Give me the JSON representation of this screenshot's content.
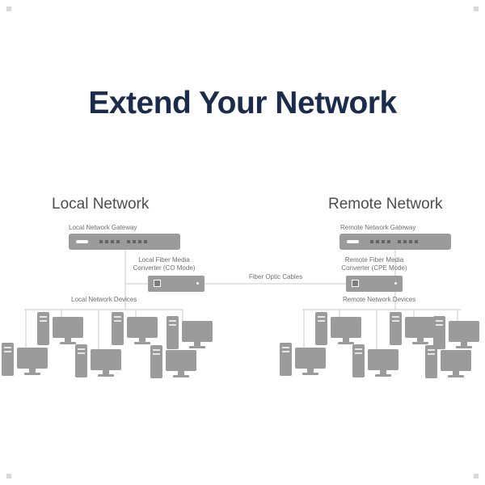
{
  "title": "Extend Your Network",
  "colors": {
    "title": "#1a2b4c",
    "device_gray": "#9b9b9b",
    "line_gray": "#c9c9c9",
    "label_gray": "#6e6e6e",
    "heading_gray": "#4d4d4d",
    "background": "#ffffff"
  },
  "fiber_link": {
    "label": "Fiber Optic Cables"
  },
  "local": {
    "heading": "Local Network",
    "gateway_label": "Local Network Gateway",
    "converter_label": [
      "Local Fiber Media",
      "Converter (CO Mode)"
    ],
    "devices_label": "Local Network Devices"
  },
  "remote": {
    "heading": "Remote Network",
    "gateway_label": "Remote Network Gateway",
    "converter_label": [
      "Remote Fiber Media",
      "Converter (CPE Mode)"
    ],
    "devices_label": "Remote Network Devices"
  }
}
